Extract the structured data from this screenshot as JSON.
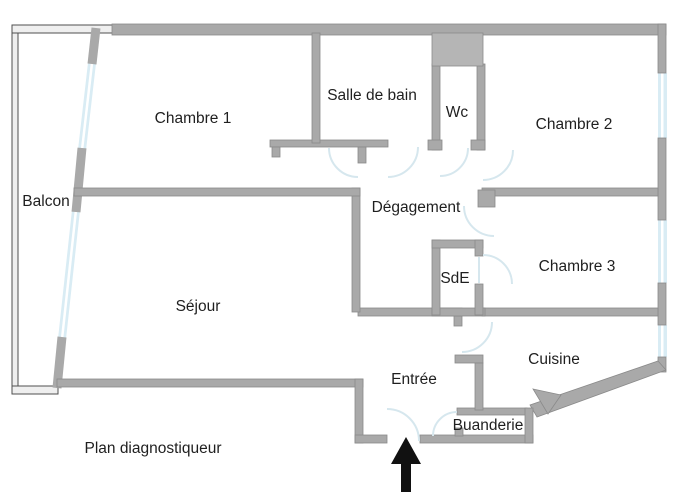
{
  "caption": "Plan diagnostiqueur",
  "rooms": {
    "balcon": {
      "label": "Balcon"
    },
    "chambre1": {
      "label": "Chambre 1"
    },
    "salle_de_bain": {
      "label": "Salle de bain"
    },
    "wc": {
      "label": "Wc"
    },
    "chambre2": {
      "label": "Chambre 2"
    },
    "degagement": {
      "label": "Dégagement"
    },
    "chambre3": {
      "label": "Chambre 3"
    },
    "sde": {
      "label": "SdE"
    },
    "sejour": {
      "label": "Séjour"
    },
    "entree": {
      "label": "Entrée"
    },
    "cuisine": {
      "label": "Cuisine"
    },
    "buanderie": {
      "label": "Buanderie"
    }
  },
  "colors": {
    "wall": "#a9a9a9",
    "wall_edge": "#8a8a8a",
    "duct": "#b5b5b5",
    "window": "#d9ecf4",
    "door_arc": "#d6e7ee",
    "balcony_fill": "#efefef",
    "balcony_edge": "#4f4f4f",
    "arrow": "#111111",
    "text": "#1f1f1f"
  },
  "markers": {
    "entrance_arrow_direction": "up"
  }
}
